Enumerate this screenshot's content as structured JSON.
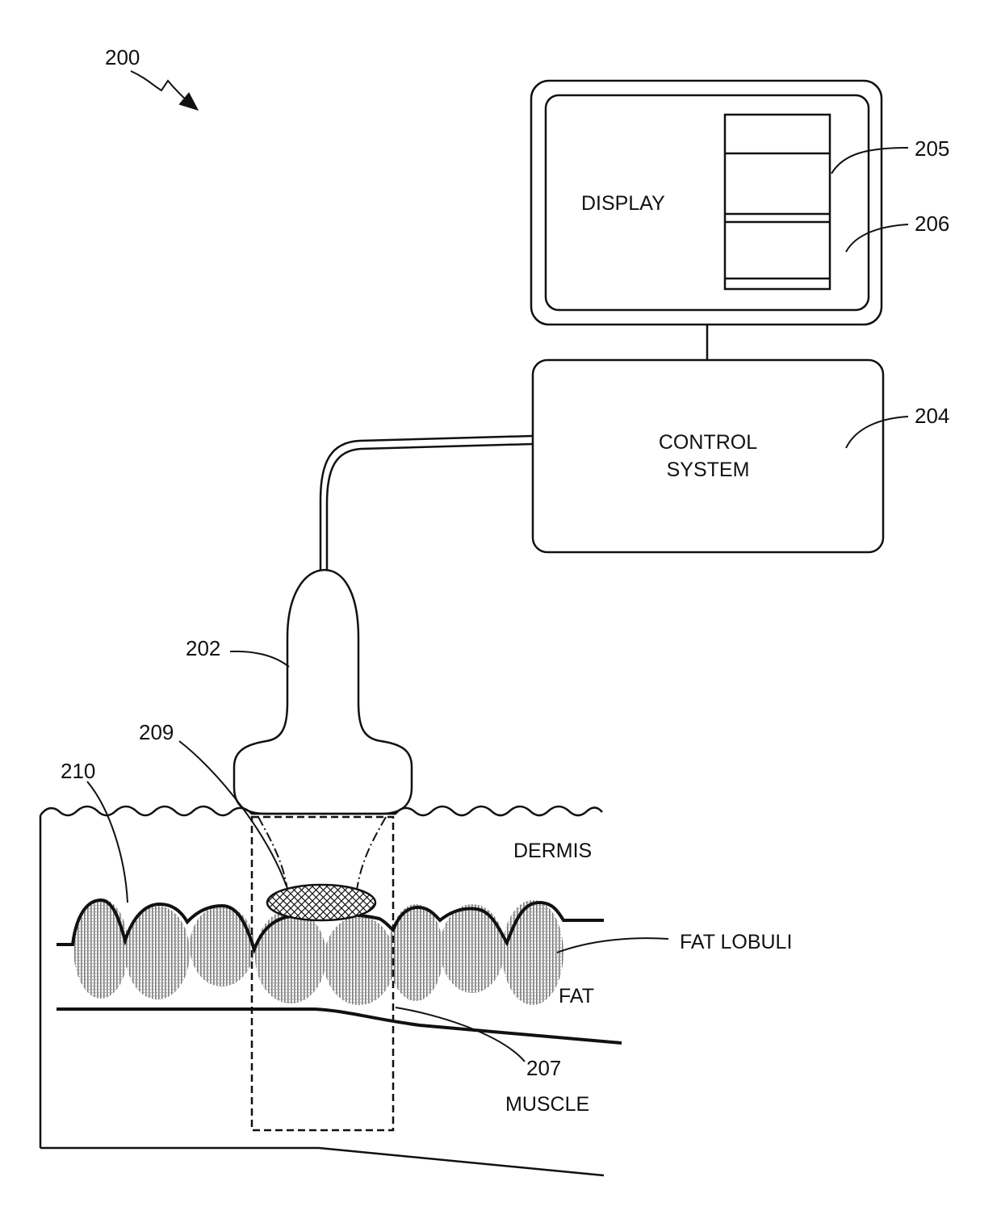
{
  "figure": {
    "ref_main": "200",
    "display": {
      "label": "DISPLAY",
      "ref_upper_panel": "205",
      "ref_lower_panel": "206"
    },
    "control_system": {
      "label_line1": "CONTROL",
      "label_line2": "SYSTEM",
      "ref": "204"
    },
    "probe": {
      "ref": "202"
    },
    "focal_zone": {
      "ref": "209"
    },
    "skin_surface": {
      "ref": "210"
    },
    "fascia": {
      "ref": "207"
    },
    "tissue_layers": {
      "dermis": "DERMIS",
      "fat_lobuli": "FAT LOBULI",
      "fat": "FAT",
      "muscle": "MUSCLE"
    }
  }
}
